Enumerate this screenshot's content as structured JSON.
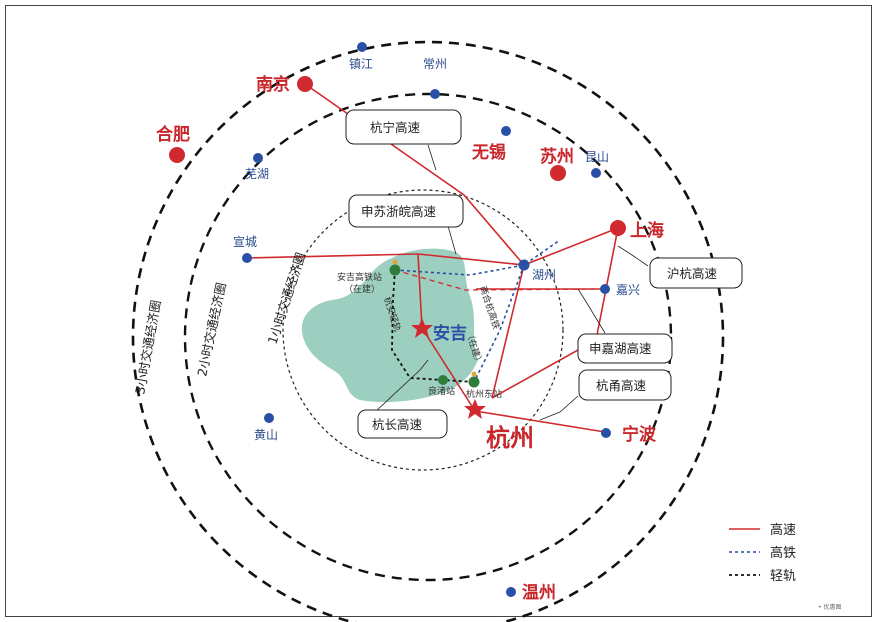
{
  "cities": {
    "zhenjiang": "镇江",
    "changzhou": "常州",
    "nanjing": "南京",
    "hefei": "合肥",
    "wuhu": "芜湖",
    "wuxi": "无锡",
    "suzhou": "苏州",
    "kunshan": "昆山",
    "shanghai": "上海",
    "xuancheng": "宣城",
    "huzhou": "湖州",
    "jiaxing": "嘉兴",
    "anji": "安吉",
    "hangzhou": "杭州",
    "ningbo": "宁波",
    "huangshan": "黄山",
    "wenzhou": "温州"
  },
  "stations": {
    "anji_hsr": "安吉高铁站",
    "anji_hsr_status": "（在建）",
    "liangzhu": "良渚站",
    "hangzhou_east": "杭州东站",
    "huanghang_line": "商合杭高铁",
    "huanghang_status": "（在建）",
    "hangan_rail": "杭安轻轨"
  },
  "callouts": {
    "hangning": "杭宁高速",
    "shensuzhewan": "申苏浙皖高速",
    "huhang": "沪杭高速",
    "shenjiahu": "申嘉湖高速",
    "hangyong": "杭甬高速",
    "hangchang": "杭长高速"
  },
  "rings": {
    "one_hour": "1小时交通经济圈",
    "two_hour": "2小时交通经济圈",
    "three_hour": "3小时交通经济圈"
  },
  "legend": {
    "highway": "高速",
    "hsr": "高铁",
    "light_rail": "轻轨"
  },
  "colors": {
    "highway": "#d02a2f",
    "hsr": "#2b4fa0",
    "major_city": "#d02a2f",
    "minor_city": "#2a4fa6",
    "station": "#2e7d3a",
    "lake": "#9ccfbf"
  },
  "watermark": "• 优惠图"
}
